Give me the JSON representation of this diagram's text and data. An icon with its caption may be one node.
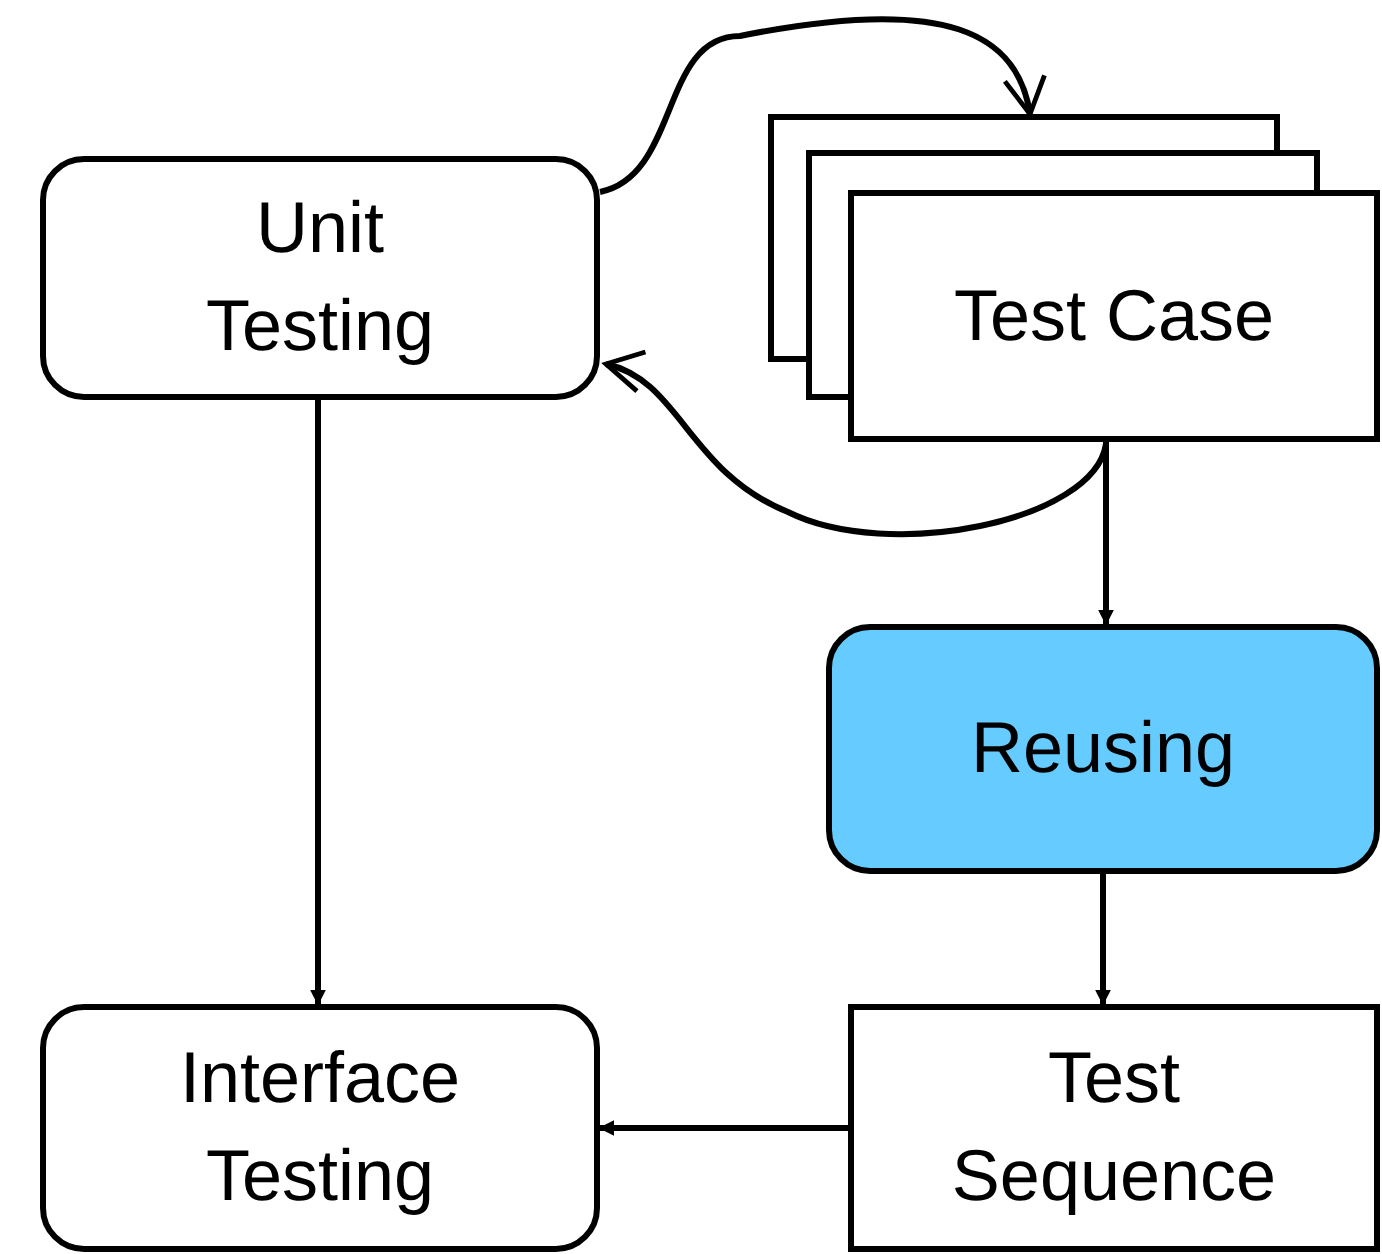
{
  "diagram": {
    "nodes": [
      {
        "text": [
          "Unit Testing"
        ]
      },
      {
        "text": [
          "Test Case"
        ]
      },
      {
        "text": [
          "Reusing"
        ]
      },
      {
        "text": [
          "Interface Testing"
        ]
      },
      {
        "text": [
          "Test Sequence"
        ]
      }
    ],
    "edges": [
      {
        "from": 0,
        "to": 1,
        "arrow": "to"
      },
      {
        "from": 1,
        "to": 0,
        "arrow": "to"
      },
      {
        "from": 1,
        "to": 2,
        "arrow": "to"
      },
      {
        "from": 2,
        "to": 4,
        "arrow": "to"
      },
      {
        "from": 0,
        "to": 3,
        "arrow": "to"
      },
      {
        "from": 4,
        "to": 3,
        "arrow": "to"
      }
    ]
  }
}
